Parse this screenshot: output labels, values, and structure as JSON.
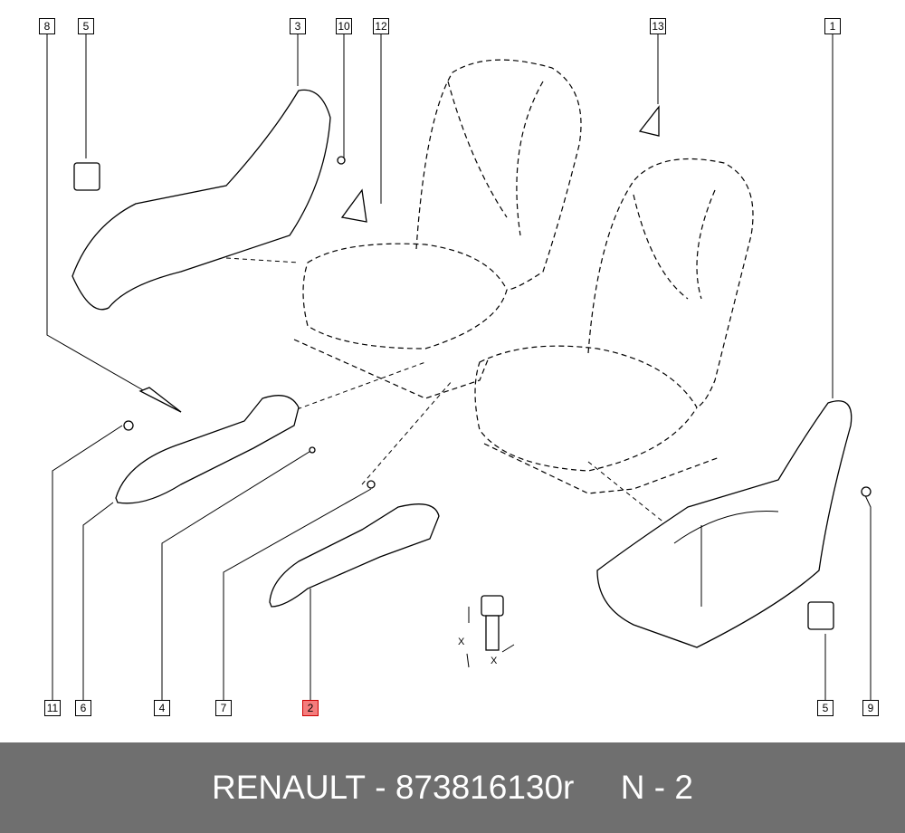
{
  "callouts": {
    "top": [
      "8",
      "5",
      "3",
      "10",
      "12",
      "13",
      "1"
    ],
    "bottom": [
      "11",
      "6",
      "4",
      "7",
      "2",
      "5",
      "9"
    ],
    "highlighted": "2",
    "highlight_color": "#f47c7c"
  },
  "fastener_marks": [
    "X",
    "X"
  ],
  "footer": {
    "brand": "RENAULT",
    "separator": " - ",
    "part_number": "873816130r",
    "position": "N - 2"
  }
}
